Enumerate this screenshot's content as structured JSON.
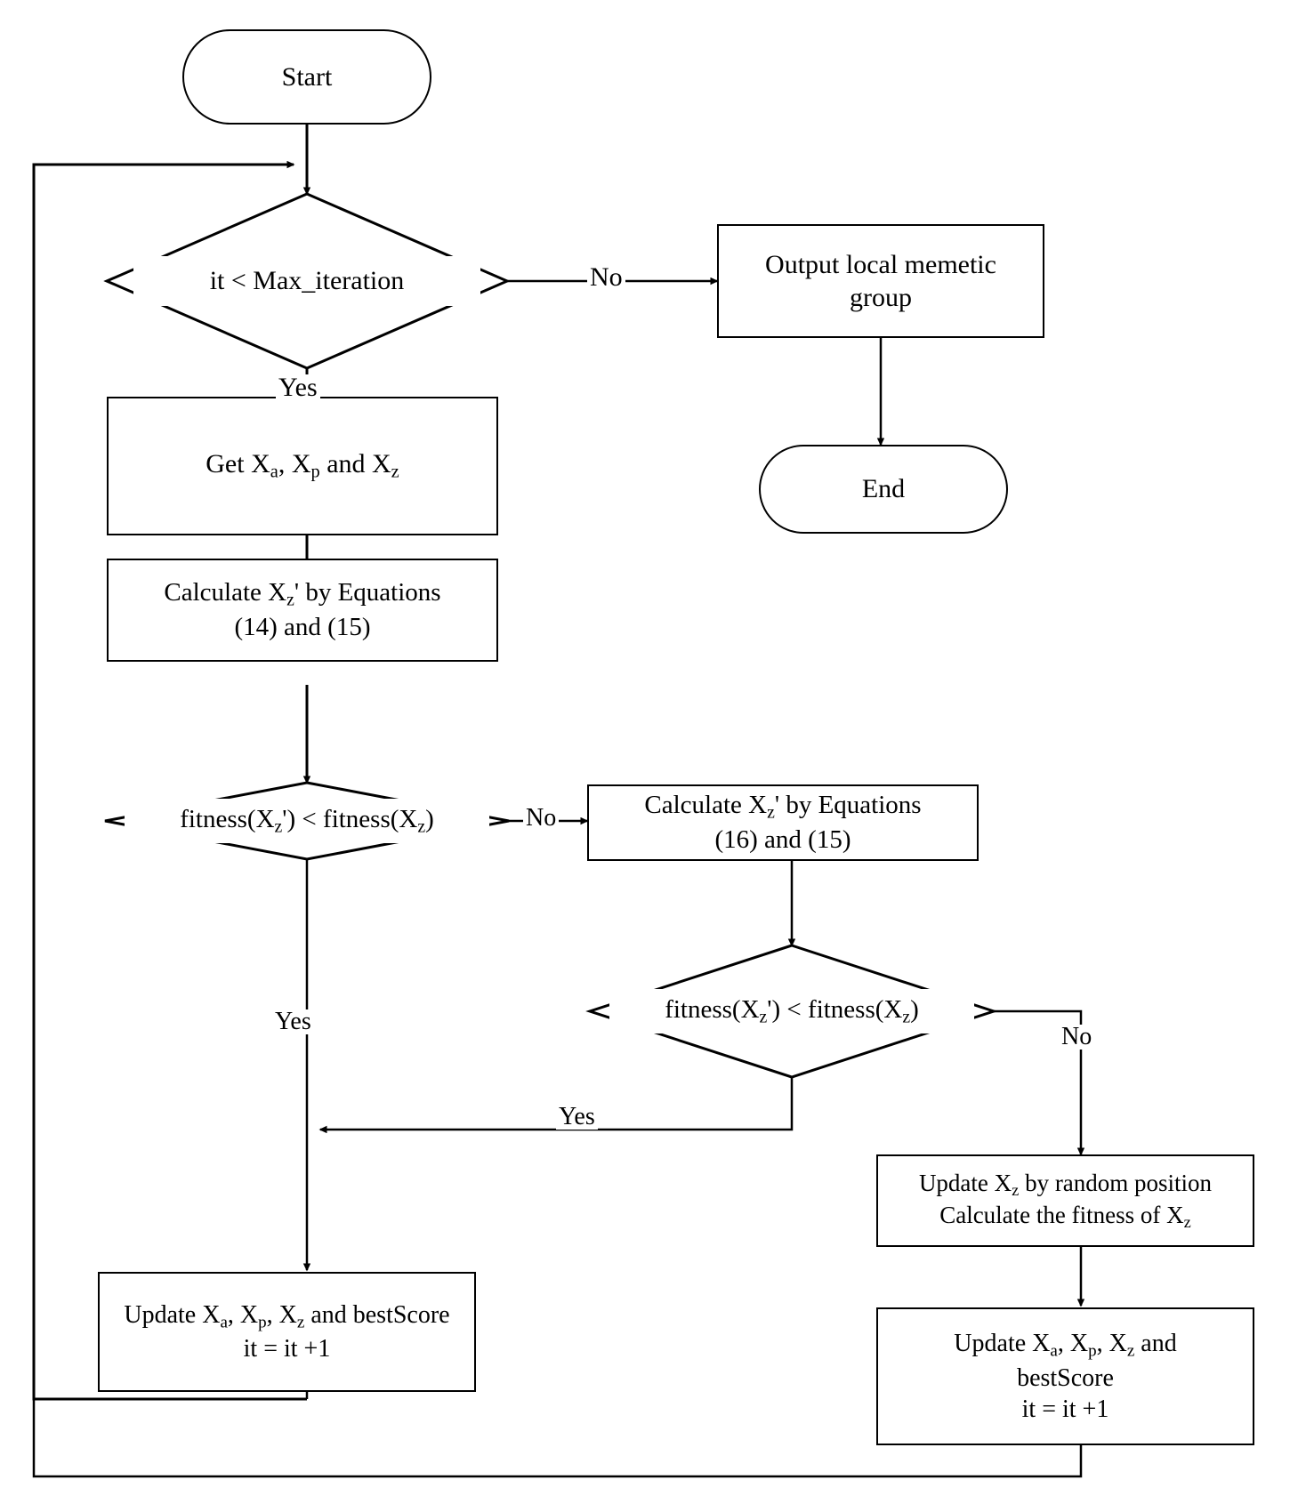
{
  "diagram": {
    "title": "Memetic algorithm local search flowchart",
    "stroke_color": "#000000",
    "background_color": "#ffffff"
  },
  "nodes": {
    "start": {
      "label": "Start",
      "shape": "terminal"
    },
    "decision_iteration": {
      "label_html": "it < Max_iteration",
      "shape": "decision"
    },
    "output_group": {
      "line1": "Output local memetic",
      "line2": "group",
      "shape": "process"
    },
    "end": {
      "label": "End",
      "shape": "terminal"
    },
    "get_x": {
      "prefix": "Get X",
      "sub1": "a",
      "mid": ", X",
      "sub2": "p",
      "suffix": " and X",
      "sub3": "z",
      "shape": "process"
    },
    "calc_14_15": {
      "line1_a": "Calculate X",
      "line1_sub": "z",
      "line1_b": "' by  Equations",
      "line2": "(14) and (15)",
      "shape": "process"
    },
    "decision_fitness_1": {
      "a": "fitness(X",
      "sub_a": "z",
      "b": "')  < fitness(X",
      "sub_b": "z",
      "c": ")",
      "shape": "decision"
    },
    "calc_16_15": {
      "line1_a": "Calculate X",
      "line1_sub": "z",
      "line1_b": "' by  Equations",
      "line2": "(16) and (15)",
      "shape": "process"
    },
    "decision_fitness_2": {
      "a": "fitness(X",
      "sub_a": "z",
      "b": "')  < fitness(X",
      "sub_b": "z",
      "c": ")",
      "shape": "decision"
    },
    "update_random": {
      "l1_a": "Update X",
      "l1_sub": "z",
      "l1_b": " by random position",
      "l2_a": "Calculate the fitness of X",
      "l2_sub": "z",
      "shape": "process"
    },
    "update_left": {
      "l1_a": "Update X",
      "l1_s1": "a",
      "l1_b": ", X",
      "l1_s2": "p",
      "l1_c": ", X",
      "l1_s3": "z",
      "l1_d": " and bestScore",
      "l2": "it = it +1",
      "shape": "process"
    },
    "update_right": {
      "l1_a": "Update X",
      "l1_s1": "a",
      "l1_b": ", X",
      "l1_s2": "p",
      "l1_c": ", X",
      "l1_s3": "z",
      "l1_d": " and",
      "l2": "bestScore",
      "l3": "it = it +1",
      "shape": "process"
    }
  },
  "edge_labels": {
    "iteration_no": "No",
    "iteration_yes": "Yes",
    "fitness1_no": "No",
    "fitness1_yes": "Yes",
    "fitness2_no": "No",
    "fitness2_yes": "Yes"
  }
}
